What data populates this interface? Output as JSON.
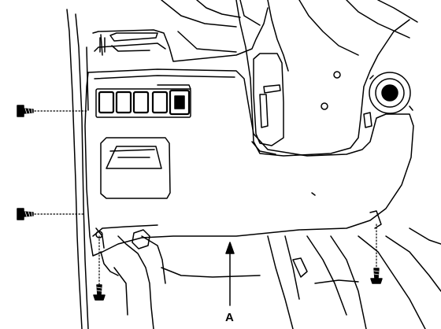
{
  "diagram": {
    "callout_label": "A",
    "line_color": "#000000",
    "background_color": "#ffffff",
    "parts": [
      "lower-dashboard-cover-panel",
      "switch-panel",
      "coin-pocket",
      "steering-column",
      "ignition-key-cylinder",
      "fastener-screw-left-upper",
      "fastener-screw-left-lower",
      "fastener-screw-bottom-left",
      "fastener-screw-bottom-right"
    ]
  }
}
